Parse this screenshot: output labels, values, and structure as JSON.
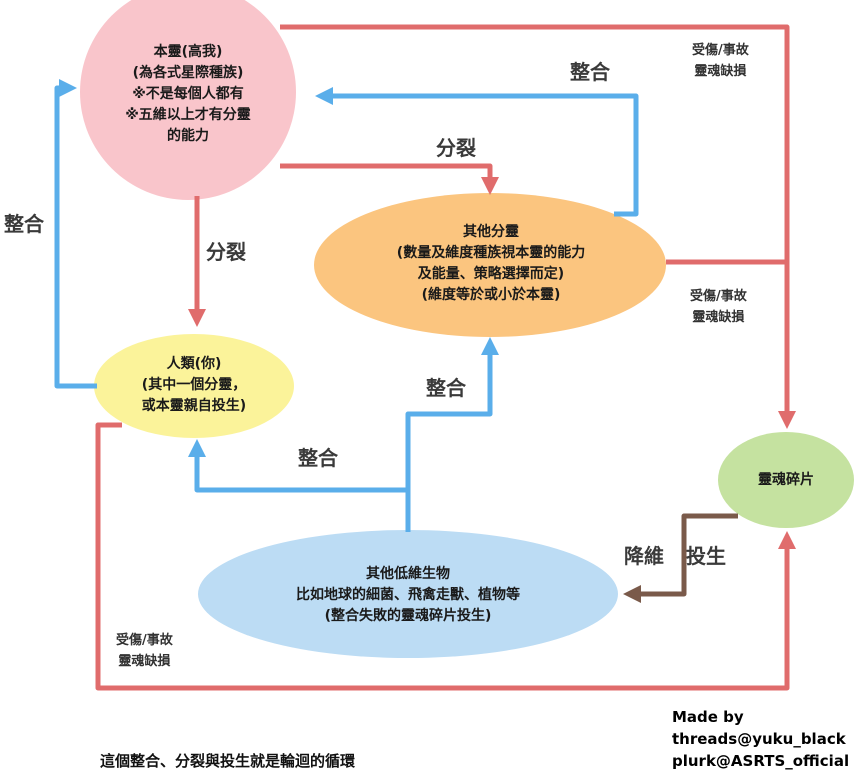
{
  "nodes": {
    "higher_self": [
      "本靈(高我)",
      "(為各式星際種族)",
      "※不是每個人都有",
      "※五維以上才有分靈",
      "的能力"
    ],
    "other_splits": [
      "其他分靈",
      "(數量及維度種族視本靈的能力",
      "及能量、策略選擇而定)",
      "(維度等於或小於本靈)"
    ],
    "human": [
      "人類(你)",
      "(其中一個分靈，",
      "或本靈親自投生)"
    ],
    "soul_fragment": [
      "靈魂碎片"
    ],
    "lower_beings": [
      "其他低維生物",
      "比如地球的細菌、飛禽走獸、植物等",
      "(整合失敗的靈魂碎片投生)"
    ]
  },
  "labels": {
    "integrate": "整合",
    "split": "分裂",
    "injury_line1": "受傷/事故",
    "injury_line2": "靈魂缺損",
    "descend": "降維",
    "incarnate": "投生"
  },
  "credit": [
    "Made by",
    "threads@yuku_black",
    "plurk@ASRTS_official"
  ],
  "footer": "這個整合、分裂與投生就是輪迴的循環",
  "colors": {
    "red_arrow": "#e06c6c",
    "blue_arrow": "#5aaeea",
    "brown_arrow": "#7a5a4a",
    "higher_self_fill": "#f9c5cb",
    "other_splits_fill": "#fbc57f",
    "human_fill": "#fbf39a",
    "soul_fragment_fill": "#c5e2a0",
    "lower_beings_fill": "#bcdcf4"
  }
}
